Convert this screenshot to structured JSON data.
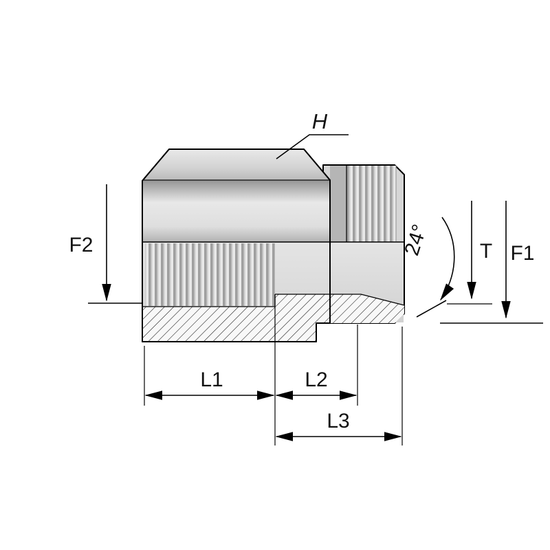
{
  "meta": {
    "type": "technical-dimension-drawing",
    "subject": "Hydraulic adapter fitting, half-section view with dimension callouts"
  },
  "labels": {
    "hex": "H",
    "thread_left": "F2",
    "cone_angle": "24°",
    "seat_depth": "T",
    "thread_right": "F1",
    "length1": "L1",
    "length2": "L2",
    "length3": "L3"
  },
  "colors": {
    "line": "#000000",
    "background": "#ffffff",
    "metal_light": "#ececec",
    "metal_mid": "#c6c6c6",
    "metal_dark": "#8f8f8f",
    "hatch_bg": "#f8f8f8"
  }
}
